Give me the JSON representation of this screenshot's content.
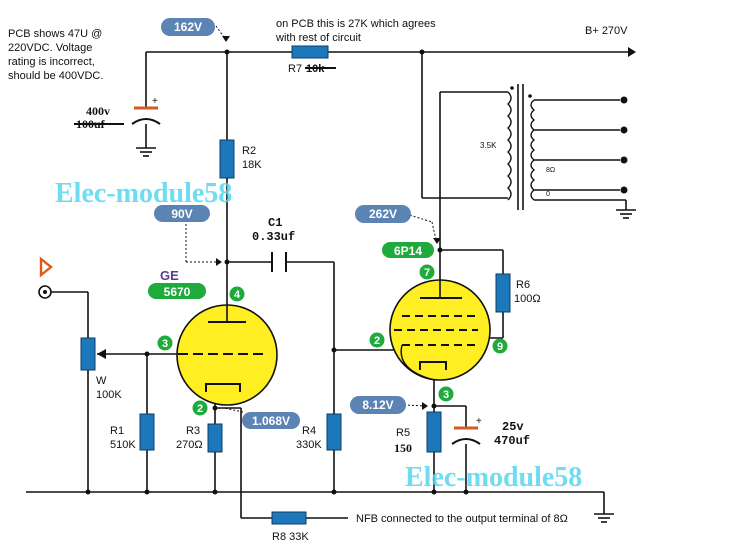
{
  "notes": {
    "pcb_cap_1": "PCB shows 47U @",
    "pcb_cap_2": "220VDC. Voltage",
    "pcb_cap_3": "rating is incorrect,",
    "pcb_cap_4": "should be 400VDC.",
    "pcb_r7_1": "on PCB this is 27K which agrees",
    "pcb_r7_2": "with rest of circuit",
    "nfb": "NFB connected to the output terminal of 8Ω"
  },
  "watermarks": {
    "top": "Elec-module58",
    "bottom": "Elec-module58"
  },
  "badges": {
    "v162": "162V",
    "v90": "90V",
    "v262": "262V",
    "v1068": "1.068V",
    "v812": "8.12V",
    "tube1_type": "5670",
    "tube2_type": "6P14"
  },
  "pins": {
    "t1_grid": "3",
    "t1_plate": "4",
    "t1_cathode": "2",
    "t2_grid": "2",
    "t2_plate": "7",
    "t2_screen": "9",
    "t2_cathode": "3"
  },
  "labels": {
    "brand": "GE",
    "b_plus": "B+ 270V",
    "c_top_v": "400v",
    "c_top_uf": "100uf",
    "r7_name": "R7",
    "r7_val": "10k",
    "r2_name": "R2",
    "r2_val": "18K",
    "c1_name": "C1",
    "c1_val": "0.33uf",
    "w_name": "W",
    "w_val": "100K",
    "r1_name": "R1",
    "r1_val": "510K",
    "r3_name": "R3",
    "r3_val": "270Ω",
    "r4_name": "R4",
    "r4_val": "330K",
    "r5_name": "R5",
    "r5_val": "150",
    "r6_name": "R6",
    "r6_val": "100Ω",
    "r8": "R8 33K",
    "c_cath_v": "25v",
    "c_cath_uf": "470uf",
    "ot_imp": "3.5K",
    "ot_8": "8Ω",
    "ot_0": "0"
  },
  "colors": {
    "wire": "#111111",
    "resistor": "#1c77bb",
    "tube_fill": "#ffee22",
    "badge_fill": "#5b84b5",
    "badge_text": "#ffffff",
    "pin_fill": "#1faa3c",
    "cap_plate": "#d55a22",
    "watermark": "#56d6f0",
    "input_arrow": "#e05a16"
  }
}
